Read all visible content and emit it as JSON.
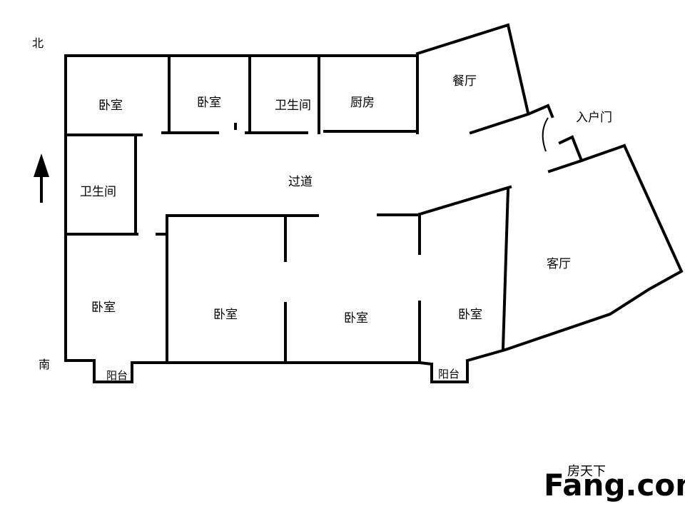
{
  "compass": {
    "north": "北",
    "south": "南"
  },
  "rooms": {
    "bedroom_nw": "卧室",
    "bedroom_n2": "卧室",
    "bathroom_n": "卫生间",
    "kitchen": "厨房",
    "dining": "餐厅",
    "entrance": "入户门",
    "bathroom_w": "卫生间",
    "corridor": "过道",
    "bedroom_sw": "卧室",
    "bedroom_s2": "卧室",
    "bedroom_s3": "卧室",
    "bedroom_s4": "卧室",
    "living": "客厅",
    "balcony_w": "阳台",
    "balcony_e": "阳台"
  },
  "watermark": {
    "brand": "Fang.com",
    "cn": "房天下"
  },
  "icons": {
    "north_arrow": "north-arrow-icon",
    "door_swing": "door-swing-icon"
  }
}
